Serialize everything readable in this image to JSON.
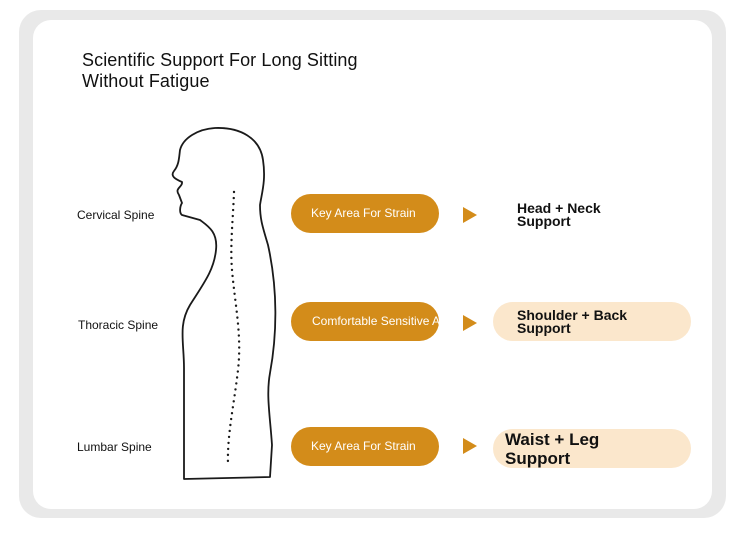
{
  "title": {
    "line1": "Scientific Support For Long Sitting",
    "line2": "Without Fatigue"
  },
  "spine_labels": [
    "Cervical Spine",
    "Thoracic Spine",
    "Lumbar Spine"
  ],
  "rows": [
    {
      "tag": "Key Area For Strain",
      "result_line1": "Head + Neck",
      "result_line2": "Support"
    },
    {
      "tag": "Comfortable Sensitive Area",
      "result_line1": "Shoulder + Back",
      "result_line2": "Support"
    },
    {
      "tag": "Key Area For Strain",
      "result_line1": "Waist + Leg",
      "result_line2": "Support"
    }
  ],
  "colors": {
    "accent": "#d38c1a",
    "result_fill": "#fbe7cc",
    "frame": "#e9e9e9",
    "outline": "#1a1a1a"
  },
  "icons": {
    "arrow": "triangle-right-icon",
    "figure": "human-profile-spine-icon"
  }
}
